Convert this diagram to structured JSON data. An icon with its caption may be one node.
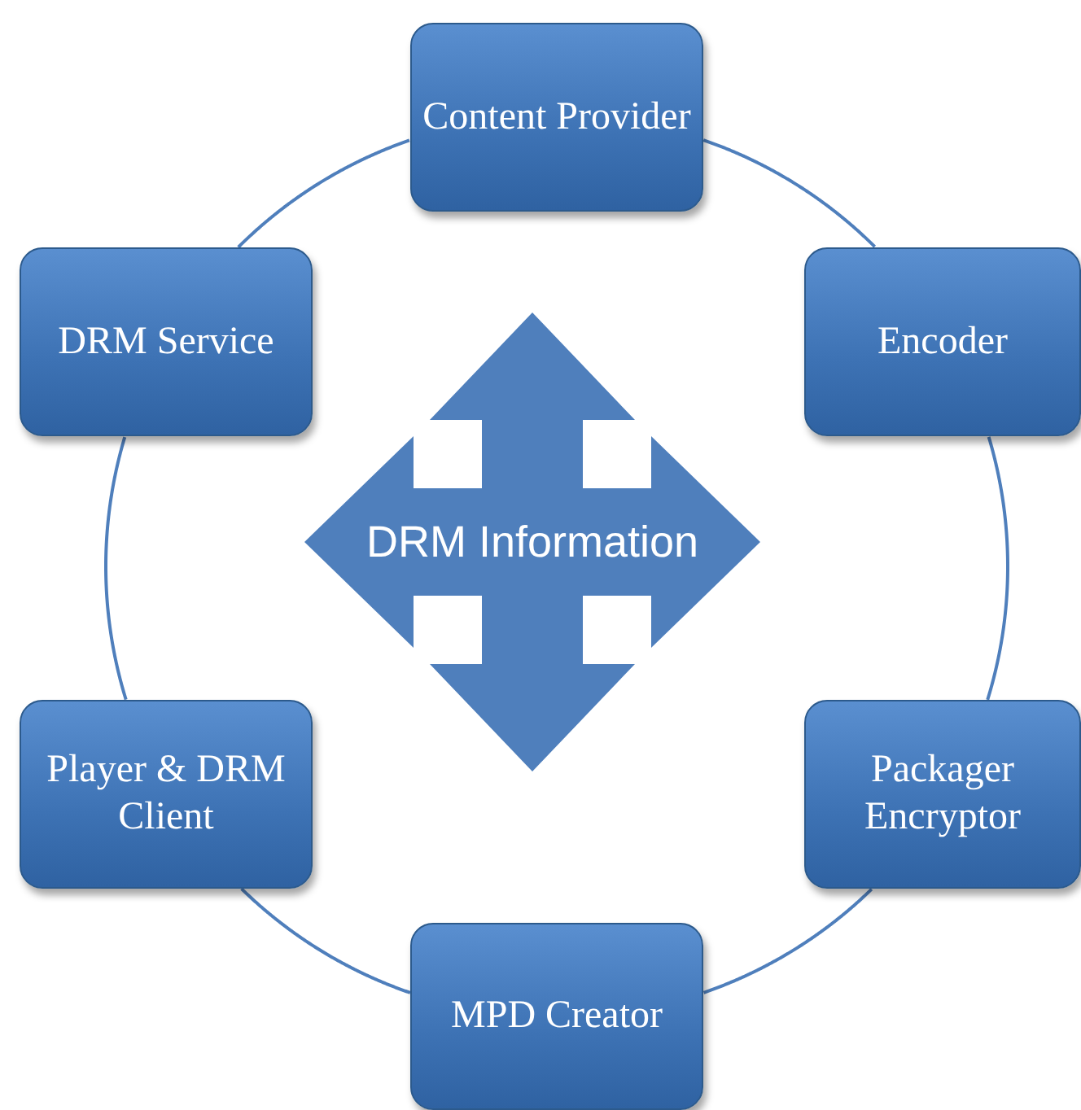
{
  "diagram": {
    "nodes": [
      {
        "text": [
          "Content Provider"
        ]
      },
      {
        "text": [
          "Encoder"
        ]
      },
      {
        "text": [
          "Packager Encryptor"
        ]
      },
      {
        "text": [
          "MPD Creator"
        ]
      },
      {
        "text": [
          "Player & DRM Client"
        ]
      },
      {
        "text": [
          "DRM Service"
        ]
      },
      {
        "text": [
          "DRM Information"
        ]
      }
    ],
    "edges": [
      {
        "from": 0,
        "to": 1,
        "arrow": "none"
      },
      {
        "from": 1,
        "to": 2,
        "arrow": "none"
      },
      {
        "from": 2,
        "to": 3,
        "arrow": "none"
      },
      {
        "from": 3,
        "to": 4,
        "arrow": "none"
      },
      {
        "from": 4,
        "to": 5,
        "arrow": "none"
      },
      {
        "from": 5,
        "to": 0,
        "arrow": "none"
      }
    ]
  }
}
